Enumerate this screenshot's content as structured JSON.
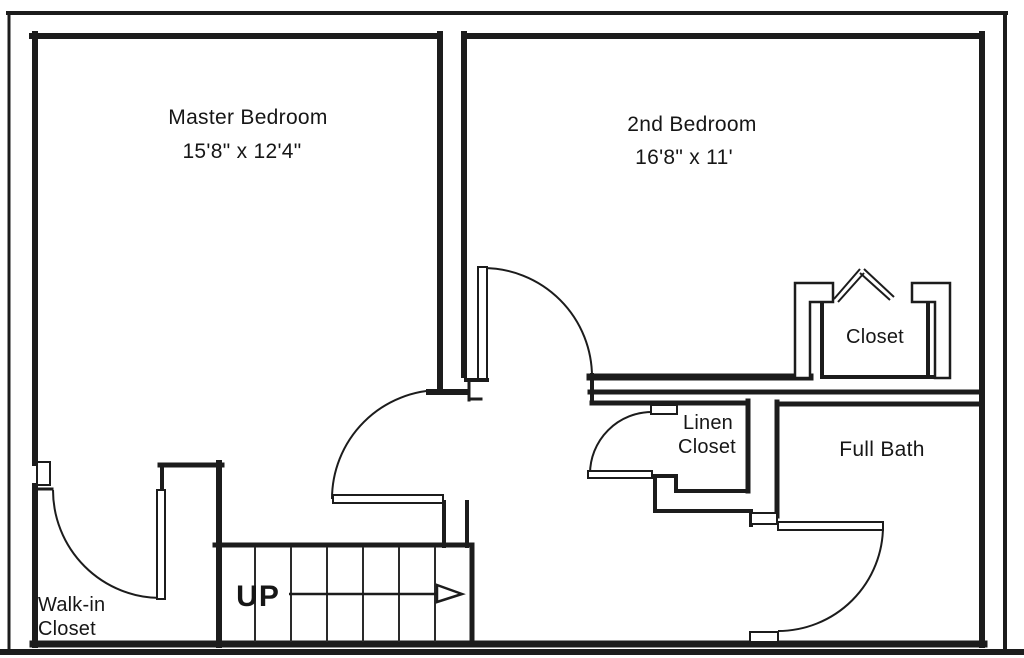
{
  "rooms": {
    "master_bedroom": {
      "name": "Master Bedroom",
      "dimensions": "15'8\" x 12'4\""
    },
    "second_bedroom": {
      "name": "2nd Bedroom",
      "dimensions": "16'8\" x 11'"
    },
    "closet": {
      "name": "Closet"
    },
    "linen_closet": {
      "line1": "Linen",
      "line2": "Closet"
    },
    "full_bath": {
      "name": "Full Bath"
    },
    "walk_in_closet": {
      "line1": "Walk-in",
      "line2": "Closet"
    },
    "stairs": {
      "direction_label": "UP"
    }
  },
  "colors": {
    "ink": "#1c1c1c",
    "paper": "#ffffff"
  }
}
